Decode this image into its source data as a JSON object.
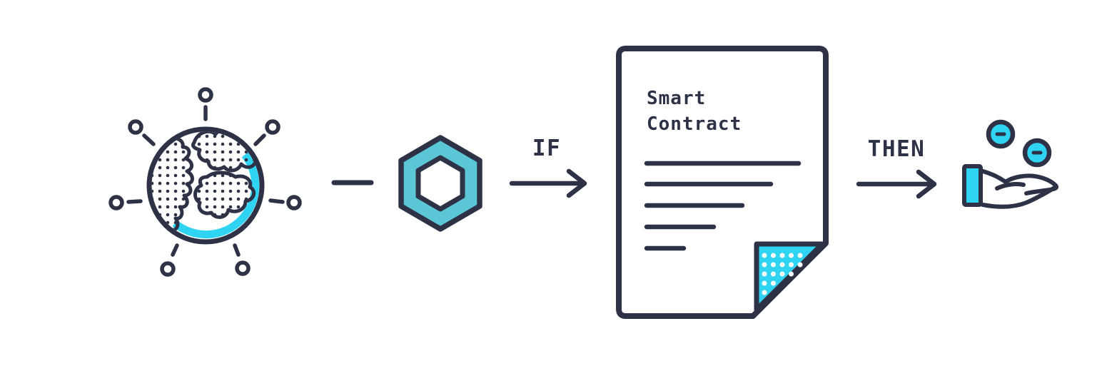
{
  "labels": {
    "if": "IF",
    "then": "THEN"
  },
  "document": {
    "title_line1": "Smart",
    "title_line2": "Contract",
    "body_line_count": 5
  },
  "icons": {
    "globe": "globe-network-icon",
    "hexagon": "chainlink-hexagon-icon",
    "document": "smart-contract-document-icon",
    "hand": "hand-receiving-coins-icon",
    "coin": "coin-minus-icon"
  },
  "colors": {
    "ink_navy": "#2d3247",
    "accent_cyan": "#2fd4f2",
    "hexagon_teal": "#5bc7d6",
    "background": "#ffffff"
  }
}
